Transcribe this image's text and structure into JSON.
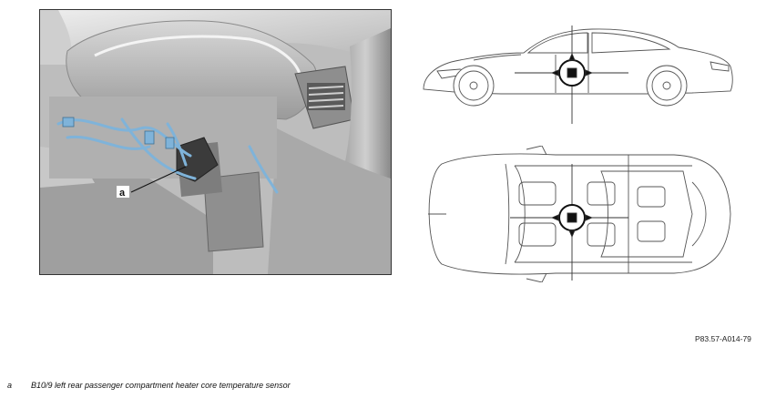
{
  "photo": {
    "callout_letter": "a"
  },
  "figure_id": "P83.57-A014-79",
  "legend": [
    {
      "key": "a",
      "text": "B10/9 left rear passenger compartment heater core temperature sensor"
    }
  ],
  "colors": {
    "harness": "#7fb3d9",
    "line": "#555555",
    "marker": "#111111"
  }
}
